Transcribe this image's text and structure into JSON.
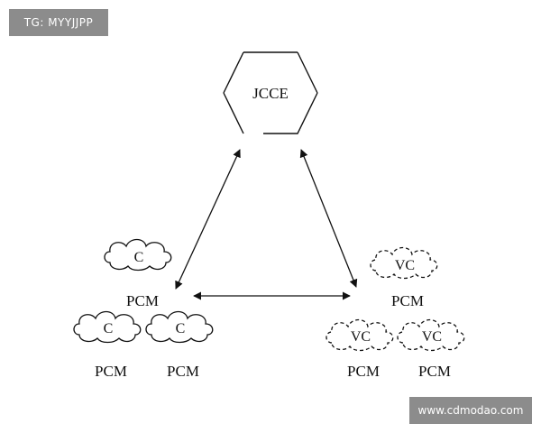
{
  "watermark_top": "TG: MYYJJPP",
  "watermark_bottom": "www.cdmodao.com",
  "hub": {
    "label": "JCCE"
  },
  "left_group": {
    "top_cloud": "C",
    "top_label": "PCM",
    "bottom_clouds": [
      {
        "cloud": "C",
        "label": "PCM"
      },
      {
        "cloud": "C",
        "label": "PCM"
      }
    ]
  },
  "right_group": {
    "top_cloud": "VC",
    "top_label": "PCM",
    "bottom_clouds": [
      {
        "cloud": "VC",
        "label": "PCM"
      },
      {
        "cloud": "VC",
        "label": "PCM"
      }
    ]
  }
}
